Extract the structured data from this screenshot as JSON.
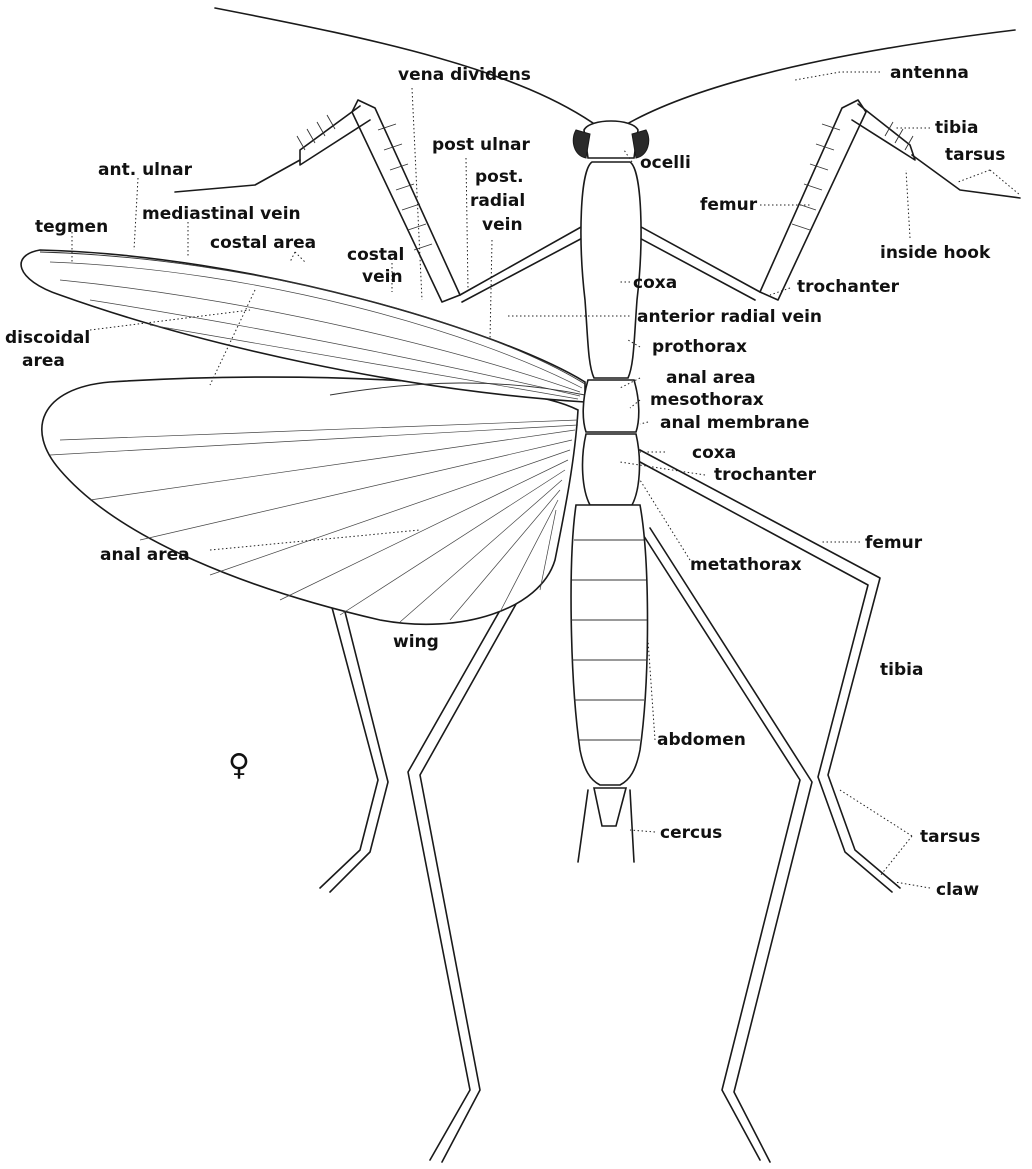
{
  "figure": {
    "symbol": "♀",
    "labels": {
      "vena_dividens": "vena dividens",
      "antenna": "antenna",
      "post_ulnar": "post ulnar",
      "tibia_fore": "tibia",
      "tarsus_fore": "tarsus",
      "ant_ulnar": "ant. ulnar",
      "post_radial_1": "post.",
      "post_radial_2": "radial",
      "post_radial_3": "vein",
      "ocelli": "ocelli",
      "femur_fore": "femur",
      "mediastinal_vein": "mediastinal vein",
      "tegmen": "tegmen",
      "costal_area": "costal area",
      "costal_vein_1": "costal",
      "costal_vein_2": "vein",
      "inside_hook": "inside hook",
      "coxa_fore": "coxa",
      "trochanter_fore": "trochanter",
      "discoidal_1": "discoidal",
      "discoidal_2": "area",
      "anterior_radial_vein": "anterior radial vein",
      "prothorax": "prothorax",
      "anal_area_tegmen": "anal area",
      "mesothorax": "mesothorax",
      "anal_membrane": "anal membrane",
      "coxa_hind": "coxa",
      "trochanter_hind": "trochanter",
      "anal_area_wing": "anal area",
      "femur_hind": "femur",
      "metathorax": "metathorax",
      "wing": "wing",
      "tibia_hind": "tibia",
      "abdomen": "abdomen",
      "cercus": "cercus",
      "tarsus_hind": "tarsus",
      "claw": "claw"
    }
  }
}
